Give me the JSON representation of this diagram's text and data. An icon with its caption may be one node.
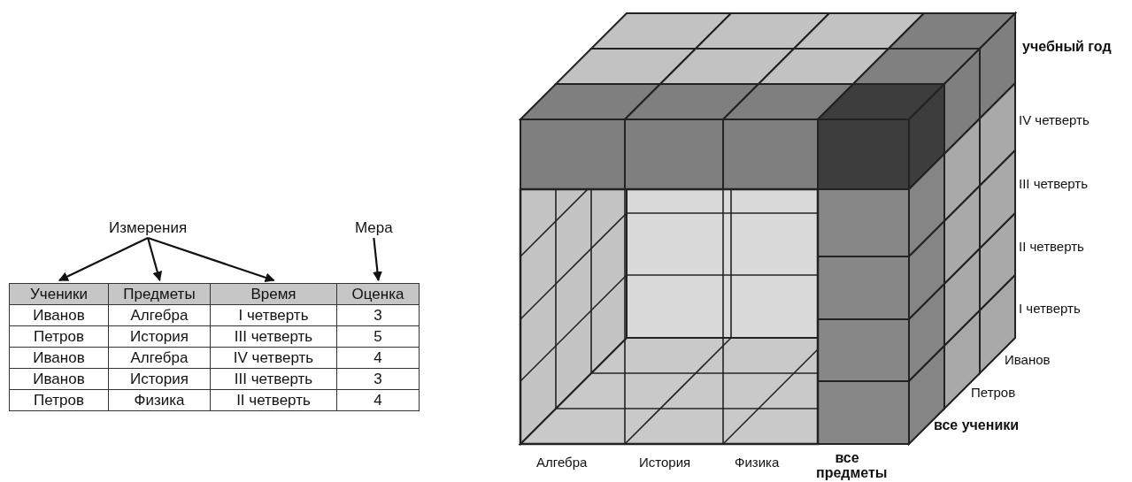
{
  "diagram": {
    "nodes": [
      {
        "text": [
          "Измерения"
        ]
      },
      {
        "text": [
          "Мера"
        ]
      },
      {
        "text": [
          "Ученики"
        ]
      },
      {
        "text": [
          "Предметы"
        ]
      },
      {
        "text": [
          "Время"
        ]
      },
      {
        "text": [
          "Оценка"
        ]
      }
    ],
    "edges": [
      {
        "from": 0,
        "to": 2,
        "arrow": "to"
      },
      {
        "from": 0,
        "to": 3,
        "arrow": "to"
      },
      {
        "from": 0,
        "to": 4,
        "arrow": "to"
      },
      {
        "from": 1,
        "to": 5,
        "arrow": "to"
      }
    ],
    "labels": [
      "Иванов",
      "Алгебра",
      "I четверть",
      "3",
      "Петров",
      "История",
      "III четверть",
      "5",
      "Иванов",
      "Алгебра",
      "IV четверть",
      "4",
      "Иванов",
      "История",
      "III четверть",
      "3",
      "Петров",
      "Физика",
      "II четверть",
      "4",
      "учебный год",
      "IV четверть",
      "III четверть",
      "II четверть",
      "I четверть",
      "Иванов",
      "Петров",
      "все ученики",
      "Алгебра",
      "История",
      "Физика",
      "все предметы"
    ]
  }
}
